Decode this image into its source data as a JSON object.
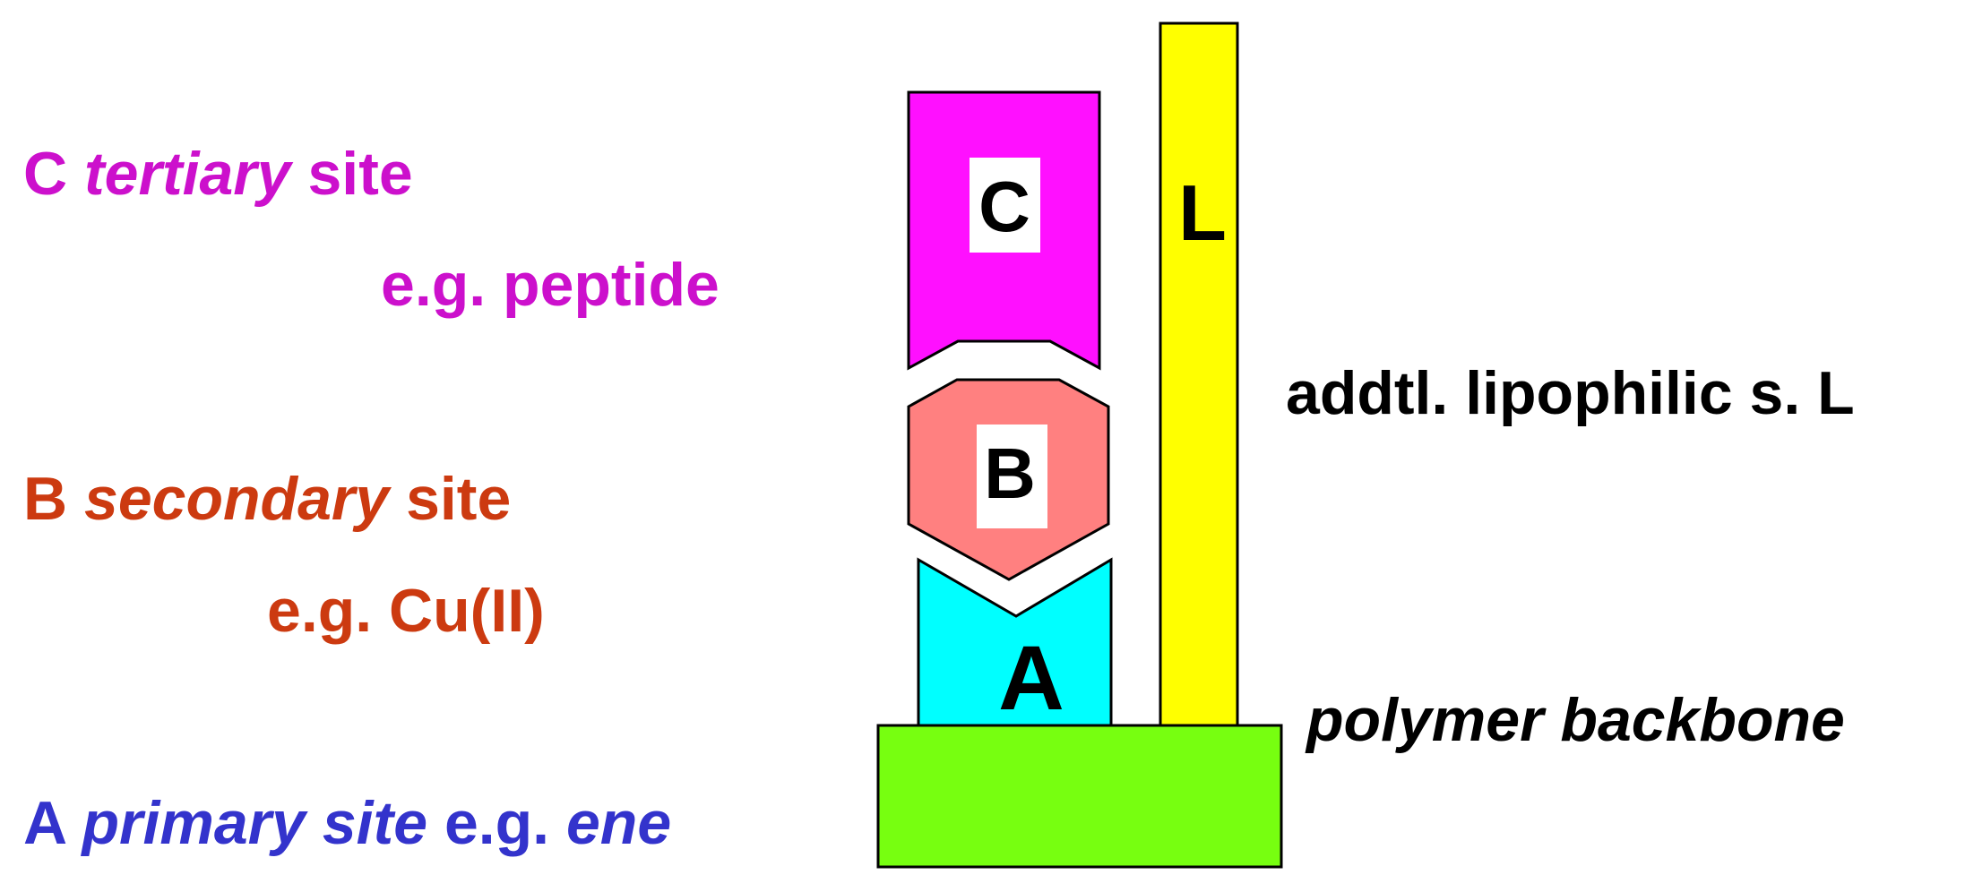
{
  "colors": {
    "site_c": "#cc10cc",
    "site_b": "#cc3a10",
    "site_a": "#3333cc",
    "text": "#000000",
    "shape_c_fill": "#ff10ff",
    "shape_b_fill": "#ff8080",
    "shape_a_fill": "#00ffff",
    "shape_l_fill": "#ffff00",
    "backbone_fill": "#77ff10",
    "outline": "#000000",
    "letter_box": "#ffffff"
  },
  "site_c": {
    "letter": "C",
    "name": "tertiary",
    "word": "site",
    "example": "e.g. peptide"
  },
  "site_b": {
    "letter": "B",
    "name": "secondary",
    "word": "site",
    "example": "e.g. Cu(II)"
  },
  "site_a": {
    "letter": "A",
    "name": "primary site",
    "eg": "e.g.",
    "example": "ene"
  },
  "site_l": {
    "label": "addtl. lipophilic s. L"
  },
  "backbone": {
    "label": "polymer backbone"
  },
  "shapes": {
    "c_letter": "C",
    "b_letter": "B",
    "a_letter": "A",
    "l_letter": "L"
  }
}
